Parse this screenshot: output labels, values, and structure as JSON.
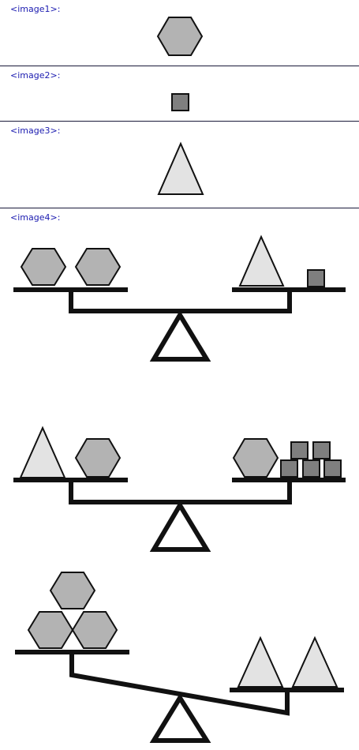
{
  "panels": [
    {
      "label": "<image1>:"
    },
    {
      "label": "<image2>:"
    },
    {
      "label": "<image3>:"
    },
    {
      "label": "<image4>:"
    }
  ],
  "colors": {
    "hexagon": "#b3b3b3",
    "square": "#7f7f7f",
    "triangle": "#e3e3e3",
    "outline": "#111111",
    "label": "#1b1bb0"
  },
  "scales": [
    {
      "left": [
        "hexagon",
        "hexagon"
      ],
      "right": [
        "triangle",
        "square"
      ],
      "state": "balanced"
    },
    {
      "left": [
        "triangle",
        "hexagon"
      ],
      "right": [
        "hexagon",
        "square",
        "square",
        "square",
        "square",
        "square"
      ],
      "state": "balanced"
    },
    {
      "left": [
        "hexagon",
        "hexagon",
        "hexagon"
      ],
      "right": [
        "triangle",
        "triangle"
      ],
      "state": "right-heavy"
    }
  ]
}
